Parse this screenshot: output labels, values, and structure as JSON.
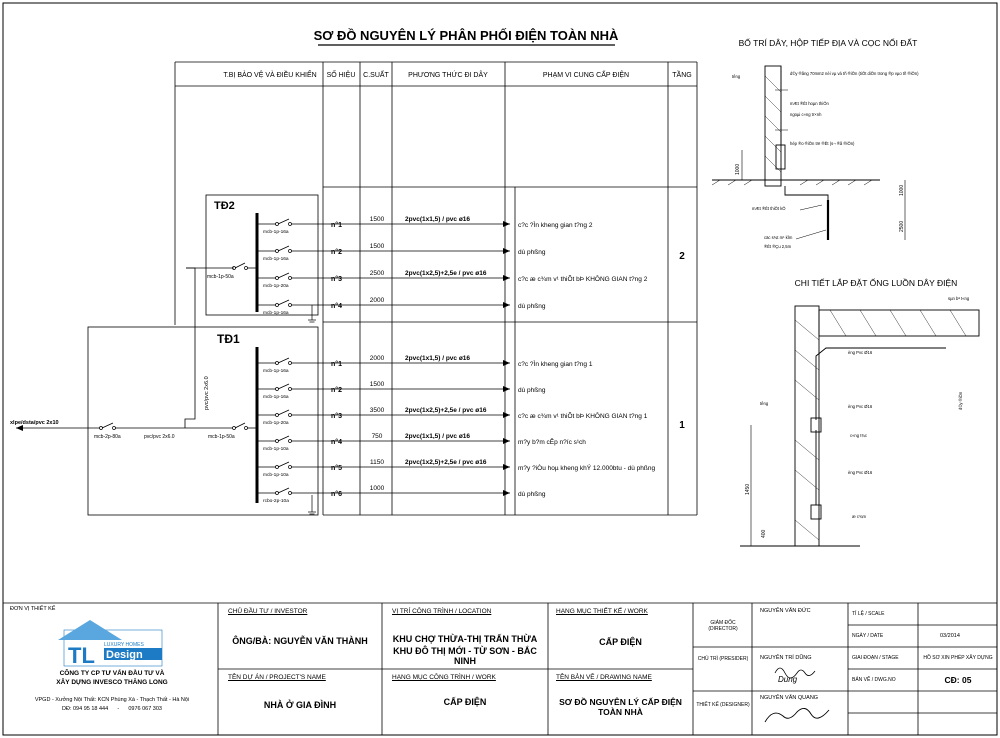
{
  "title": "SƠ ĐỒ NGUYÊN LÝ PHÂN PHỐI ĐIỆN TOÀN NHÀ",
  "table": {
    "headers": [
      "T.BỊ BẢO VỆ VÀ ĐIỀU KHIỂN",
      "SỐ HIỆU",
      "C.SUẤT",
      "PHƯƠNG THỨC ĐI DÂY",
      "PHẠM VI CUNG CẤP ĐIỆN",
      "TẦNG"
    ],
    "floors": [
      "2",
      "1"
    ]
  },
  "panels": {
    "td2": "TĐ2",
    "td1": "TĐ1"
  },
  "td2": {
    "main_breaker": "mcb-1p-50a",
    "circuits": [
      {
        "breaker": "mcb-1p-16a",
        "no": "n°1",
        "power": "1500",
        "wiring": "2pvc(1x1,5) / pvc ø16",
        "scope": "c?c ?Ìn kheng gian t?ng 2"
      },
      {
        "breaker": "mcb-1p-16a",
        "no": "n°2",
        "power": "1500",
        "wiring": "",
        "scope": "dù phßng"
      },
      {
        "breaker": "mcb-1p-20a",
        "no": "n°3",
        "power": "2500",
        "wiring": "2pvc(1x2,5)+2,5e / pvc ø16",
        "scope": "c?c æ c¾m v¹ thiÕt bÞ KHÔNG GIAN t?ng 2"
      },
      {
        "breaker": "mcb-1p-16a",
        "no": "n°4",
        "power": "2000",
        "wiring": "",
        "scope": "dù phßng"
      }
    ]
  },
  "td1": {
    "incoming": "xlpe/dsta/pvc 2x10",
    "main_breaker": "mcb-2p-80a",
    "feed_cable": "pvc/pvc 2x6.0",
    "riser_cable": "pvc/pvc 2x6.0",
    "sub_breaker": "mcb-1p-50a",
    "circuits": [
      {
        "breaker": "mcb-1p-16a",
        "no": "n°1",
        "power": "2000",
        "wiring": "2pvc(1x1,5) / pvc ø16",
        "scope": "c?c ?Ìn kheng gian t?ng 1"
      },
      {
        "breaker": "mcb-1p-16a",
        "no": "n°2",
        "power": "1500",
        "wiring": "",
        "scope": "dù phßng"
      },
      {
        "breaker": "mcb-1p-20a",
        "no": "n°3",
        "power": "3500",
        "wiring": "2pvc(1x2,5)+2,5e / pvc ø16",
        "scope": "c?c æ c¾m v¹ thiÕt bÞ KHÔNG GIAN t?ng 1"
      },
      {
        "breaker": "mcb-1p-10a",
        "no": "n°4",
        "power": "750",
        "wiring": "2pvc(1x1,5) / pvc ø16",
        "scope": "m?y b?m cÊp n?íc s¹ch"
      },
      {
        "breaker": "mcb-1p-10a",
        "no": "n°5",
        "power": "1150",
        "wiring": "2pvc(1x2,5)+2,5e / pvc ø16",
        "scope": "m?y ?iÒu hoµ kheng khÝ 12.000btu - dù phßng"
      },
      {
        "breaker": "rcbo-2p-10a",
        "no": "n°6",
        "power": "1000",
        "wiring": "",
        "scope": "dù phßng"
      }
    ]
  },
  "grounding": {
    "title": "BỐ TRÍ DÂY, HỘP TIẾP ĐỊA VÀ CỌC NỐI ĐẤT",
    "notes": [
      "t­êng",
      "d©y ®ång 70mm2 nèi vµ vá tñ ®iÖn (tiÕt diÖn trong ®p vµo tñ ®iÖn)",
      "mÆt ®Êt hoµn thiÖn",
      "ngoµi c«ng tr×nh",
      "hép ®o ®iÖn trë ®Êt (s¬ ®å ®iÖn)",
      "mÆt ®Êt thiÕt kÕ",
      "cäc s¾t m¹ kÏm",
      "®Êt ®Çu 2,5m"
    ],
    "dims": [
      "1000",
      "1000",
      "2500"
    ]
  },
  "conduit": {
    "title": "CHI TIẾT LẮP ĐẶT ỐNG LUỒN DÂY ĐIỆN",
    "notes": [
      "sµn bª t«ng",
      "èng Pvc Ø16",
      "èng Pvc Ø16",
      "t­êng",
      "c«ng t¾c",
      "èng Pvc Ø16",
      "æ c¾m",
      "d©y ®iÖn"
    ],
    "dims": [
      "1450",
      "400"
    ]
  },
  "title_block": {
    "designer_unit_label": "ĐƠN VỊ THIẾT KẾ",
    "logo_tl": "TL",
    "logo_luxury": "LUXURY HOMES",
    "logo_design": "Design",
    "company_line1": "CÔNG TY CP TƯ VẤN ĐẦU TƯ VÀ",
    "company_line2": "XÂY DỰNG INVESCO THĂNG LONG",
    "address": "VPGD - Xưởng Nội Thất: KCN Phùng Xá - Thạch Thất - Hà Nội",
    "phone": "DĐ: 094 95 18 444      -      0976 067 303",
    "investor_label": "CHỦ ĐẦU TƯ / INVESTOR",
    "investor": "ÔNG/BÀ: NGUYỄN VĂN THÀNH",
    "project_label": "TÊN DỰ ÁN / PROJECT'S NAME",
    "project": "NHÀ Ở GIA ĐÌNH",
    "location_label": "VỊ TRÍ CÔNG TRÌNH / LOCATION",
    "location_line1": "KHU CHỢ THỪA-THỊ TRẤN THỪA",
    "location_line2": "KHU ĐÔ THỊ MỚI - TỪ SƠN - BẮC NINH",
    "work_label": "HẠNG MỤC CÔNG TRÌNH / WORK",
    "work": "CẤP ĐIỆN",
    "design_item_label": "HẠNG MỤC THIẾT KẾ / WORK",
    "design_item": "CẤP ĐIỆN",
    "drawing_label": "TÊN BẢN VẼ / DRAWING NAME",
    "drawing": "SƠ ĐỒ NGUYÊN LÝ CẤP ĐIỆN TOÀN NHÀ",
    "director_label": "GIÁM ĐỐC (DIRECTOR)",
    "director": "NGUYỄN VĂN ĐỨC",
    "president_label": "CHỦ TRÌ (PRESIDER)",
    "president": "NGUYỄN TRÍ DŨNG",
    "designer_label": "THIẾT KẾ (DESIGNER)",
    "designer": "NGUYỄN VĂN QUANG",
    "scale_label": "TỈ LỆ / SCALE",
    "date_label": "NGÀY / DATE",
    "date": "03/2014",
    "stage_label": "GIAI ĐOẠN / STAGE",
    "stage": "HỒ SƠ XIN PHÉP XÂY DỰNG",
    "dwg_label": "BẢN VẼ / DWG.NO",
    "dwg": "CĐ: 05",
    "sign_pres": "Dung"
  }
}
